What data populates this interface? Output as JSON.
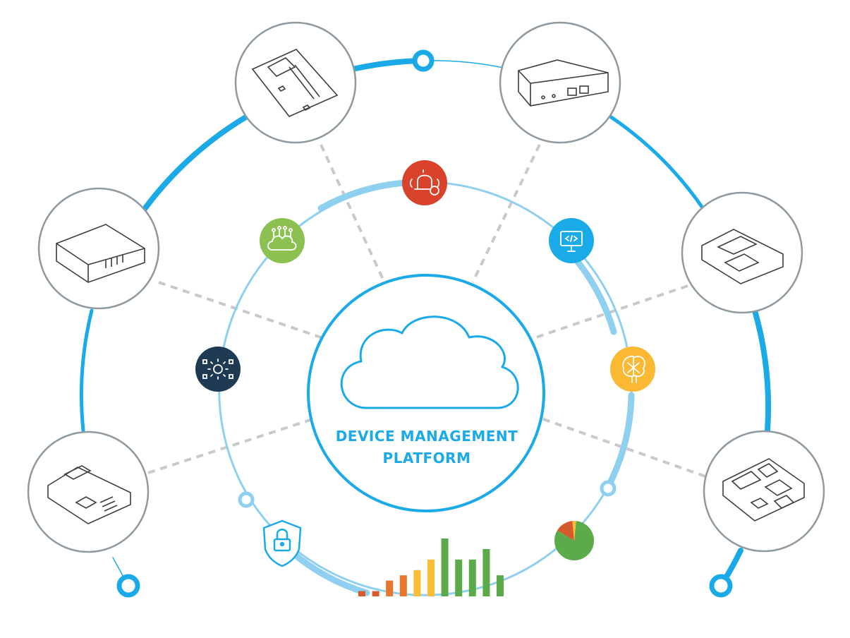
{
  "title": {
    "line1": "DEVICE MANAGEMENT",
    "line2": "PLATFORM"
  },
  "colors": {
    "primary_blue": "#1aaae8",
    "light_blue": "#8fd0f0",
    "device_border": "#8e9aa0",
    "device_line": "#3a3f44",
    "dash": "#c7c9cb",
    "alert_red": "#d9432c",
    "cloud_green": "#8cc152",
    "code_blue": "#1aaae8",
    "ai_yellow": "#fbb832",
    "navy": "#1f3b54",
    "bar_red": "#d55b2d",
    "bar_orange": "#e8762d",
    "bar_yellow": "#fbbd35",
    "bar_green": "#5cab4a",
    "pie_green": "#5cab4a",
    "pie_orange": "#d55b2d",
    "pie_yellow": "#fbbd35"
  },
  "devices": [
    {
      "name": "device-circuit-board",
      "icon": "circuit-board-icon"
    },
    {
      "name": "device-router",
      "icon": "router-icon"
    },
    {
      "name": "device-modem",
      "icon": "modem-icon"
    },
    {
      "name": "device-sim-card-right",
      "icon": "sim-card-icon"
    },
    {
      "name": "device-sim-card-left",
      "icon": "sim-card-icon"
    },
    {
      "name": "device-chip-module",
      "icon": "chip-module-icon"
    }
  ],
  "features": [
    {
      "name": "alerts-feature",
      "icon": "bell-clock-icon"
    },
    {
      "name": "cloud-iot-feature",
      "icon": "cloud-network-icon"
    },
    {
      "name": "remote-code-feature",
      "icon": "monitor-code-icon"
    },
    {
      "name": "settings-network-feature",
      "icon": "gear-network-icon"
    },
    {
      "name": "ai-analytics-feature",
      "icon": "brain-circuit-icon"
    },
    {
      "name": "security-feature",
      "icon": "shield-lock-icon"
    },
    {
      "name": "pie-chart-feature",
      "icon": "pie-chart-icon"
    }
  ],
  "bar_chart": {
    "values": [
      1,
      1,
      3,
      4,
      5,
      7,
      11,
      7,
      7,
      9,
      4
    ],
    "colors": [
      "bar_red",
      "bar_red",
      "bar_orange",
      "bar_orange",
      "bar_yellow",
      "bar_yellow",
      "bar_green",
      "bar_green",
      "bar_green",
      "bar_green",
      "bar_green"
    ]
  },
  "pie_chart": {
    "slices": [
      {
        "color": "pie_green",
        "value": 82
      },
      {
        "color": "pie_orange",
        "value": 15
      },
      {
        "color": "pie_yellow",
        "value": 3
      }
    ]
  },
  "center_icon": "cloud-icon"
}
